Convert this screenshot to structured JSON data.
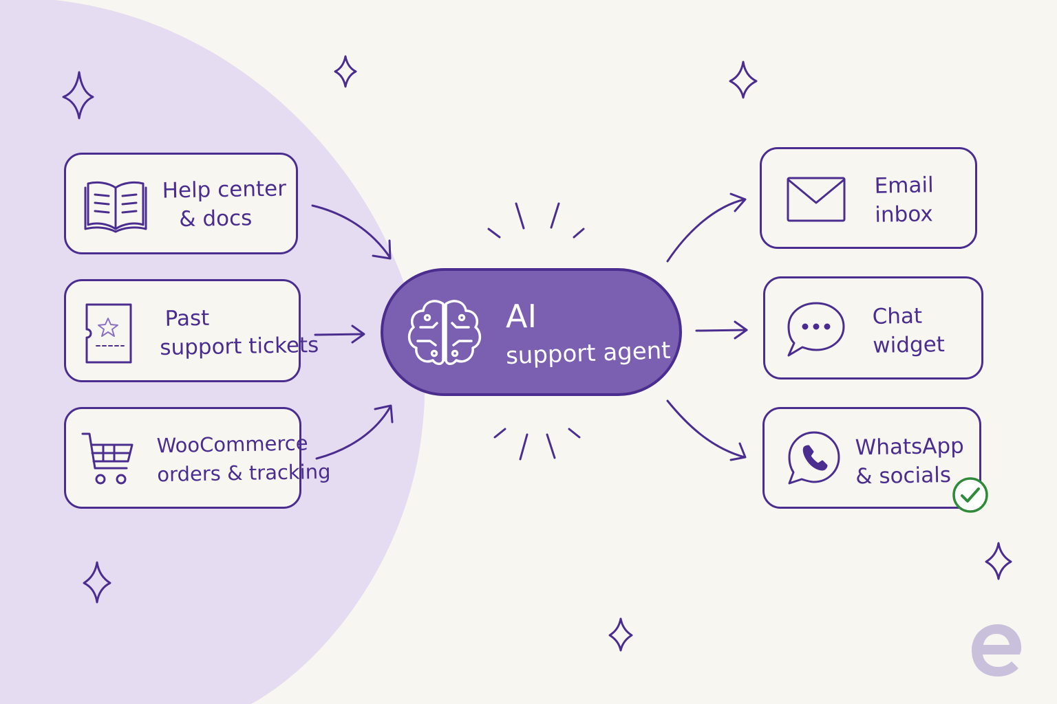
{
  "colors": {
    "ink": "#4a2d8f",
    "agent_fill": "#7b5fb0",
    "blob": "#e6dcf2",
    "background": "#f8f6f1",
    "check": "#2e8b3a",
    "logo": "#c9c1dc"
  },
  "sources": [
    {
      "lines": [
        "Help center",
        "& docs"
      ],
      "icon": "book-icon"
    },
    {
      "lines": [
        "Past",
        "support tickets"
      ],
      "icon": "ticket-icon"
    },
    {
      "lines": [
        "WooCommerce",
        "orders & tracking"
      ],
      "icon": "shopping-cart-icon"
    }
  ],
  "agent": {
    "title": "AI",
    "subtitle": "support agent",
    "icon": "brain-circuit-icon"
  },
  "channels": [
    {
      "lines": [
        "Email",
        "inbox"
      ],
      "icon": "envelope-icon"
    },
    {
      "lines": [
        "Chat",
        "widget"
      ],
      "icon": "chat-bubble-icon"
    },
    {
      "lines": [
        "WhatsApp",
        "& socials"
      ],
      "icon": "whatsapp-icon",
      "badge": "checkmark-badge-icon"
    }
  ],
  "decorations": {
    "sparkle_icon": "sparkle-icon",
    "logo": "e-logo-icon"
  }
}
